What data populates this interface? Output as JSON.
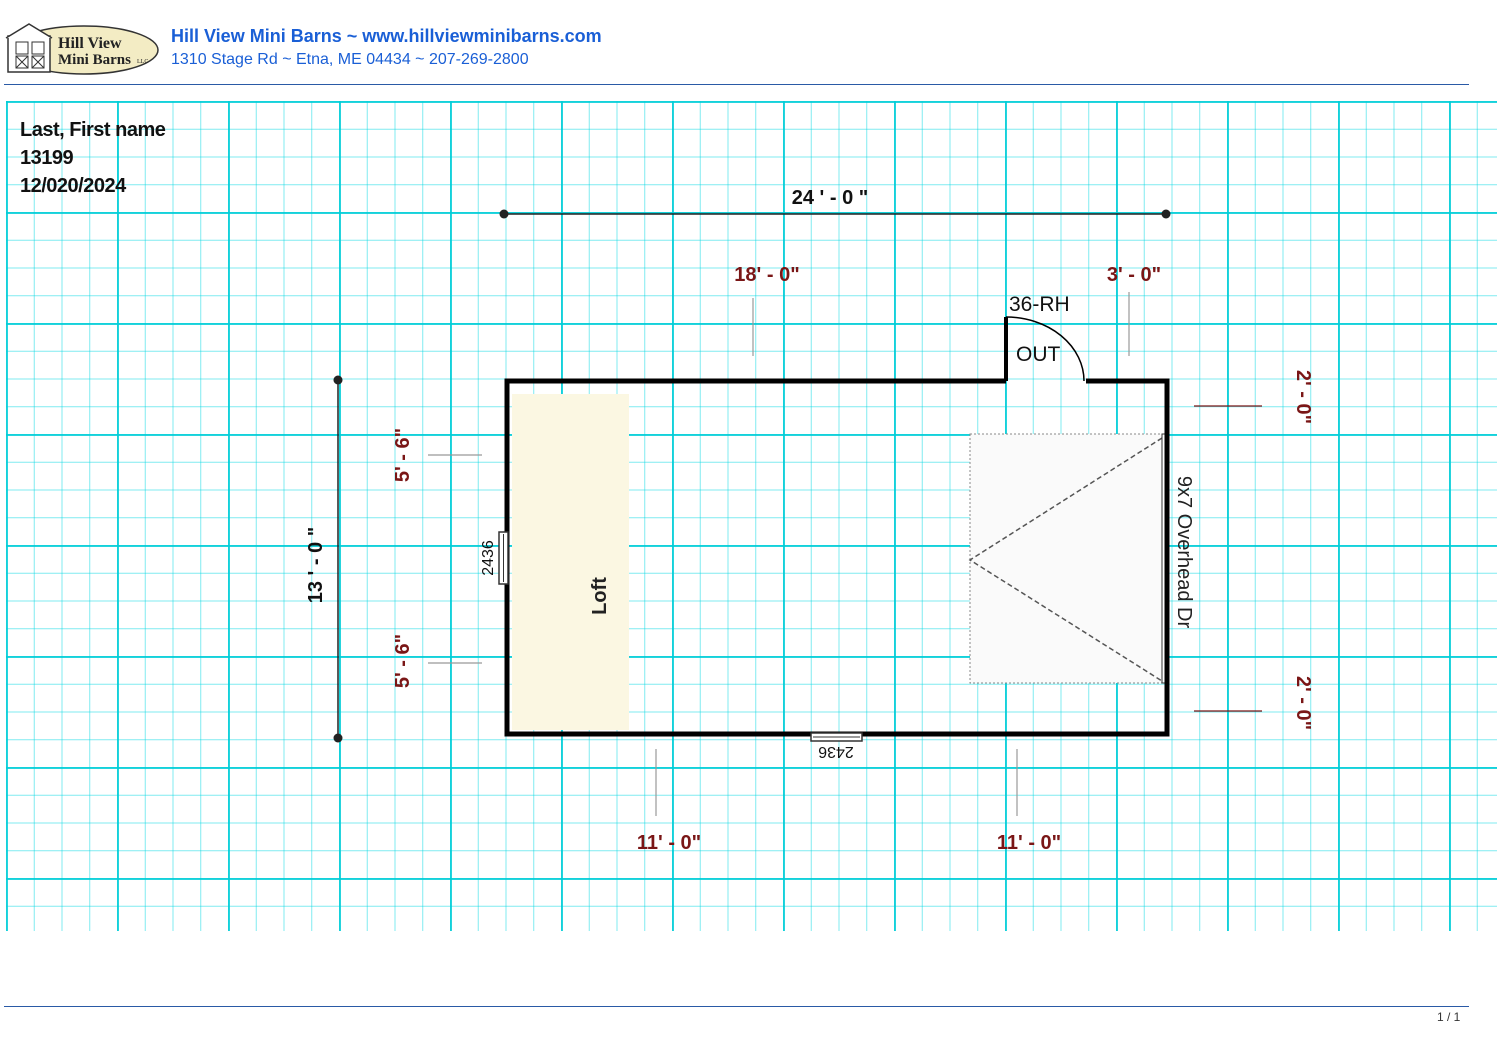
{
  "header": {
    "logo_line1": "Hill View",
    "logo_line2": "Mini Barns",
    "logo_llc": "LLC",
    "company_line": "Hill View Mini Barns ~ www.hillviewminibarns.com",
    "address_line": "1310 Stage Rd ~ Etna, ME 04434 ~ 207-269-2800"
  },
  "customer": {
    "name": "Last, First name",
    "order_number": "13199",
    "date": "12/020/2024"
  },
  "plan": {
    "overall_width": "24 ' - 0 \"",
    "overall_depth": "13 ' - 0 \"",
    "dim_door_left": "18' - 0\"",
    "dim_door_right": "3' - 0\"",
    "dim_left_top": "5' - 6\"",
    "dim_left_bottom": "5' - 6\"",
    "dim_bottom_left": "11' - 0\"",
    "dim_bottom_right": "11' - 0\"",
    "dim_right_top": "2' - 0\"",
    "dim_right_bottom": "2' - 0\"",
    "door_label": "36-RH",
    "door_swing": "OUT",
    "window_left": "2436",
    "window_bottom": "2436",
    "loft_label": "Loft",
    "overhead_door": "9x7 Overhead Dr"
  },
  "colors": {
    "header_text": "#1a5fd6",
    "grid": "#00cdd7",
    "dimension_red": "#7a1616",
    "loft_fill": "#fbf7e2"
  },
  "footer": {
    "page": "1 / 1"
  }
}
